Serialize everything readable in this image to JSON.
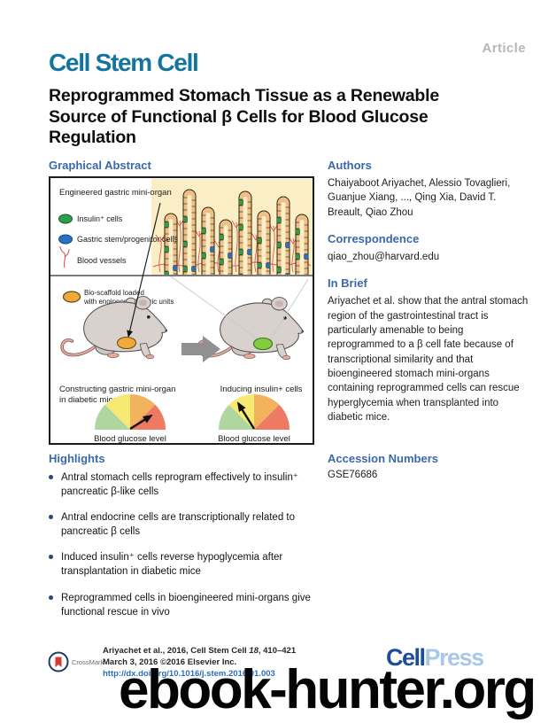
{
  "header": {
    "journal_logo": "Cell Stem Cell",
    "article_label": "Article",
    "title": "Reprogrammed Stomach Tissue as a Renewable Source of Functional β Cells for Blood Glucose Regulation"
  },
  "graphical_abstract": {
    "heading": "Graphical Abstract",
    "panel_title": "Engineered gastric mini-organ",
    "legend": [
      {
        "label": "Insulin⁺ cells",
        "color": "#2f9e49"
      },
      {
        "label": "Gastric stem/progenitor cells",
        "color": "#2a6fc0"
      },
      {
        "label": "Blood vessels",
        "color": "#e2574b"
      }
    ],
    "scaffold_label_line1": "Bio-scaffold loaded",
    "scaffold_label_line2": "with engineered gastric units",
    "caption_left_line1": "Constructing gastric mini-organ",
    "caption_left_line2": "in diabetic mice",
    "caption_right": "Inducing insulin+ cells",
    "gauge_label_left": "Blood glucose level",
    "gauge_label_right": "Blood glucose level"
  },
  "authors": {
    "heading": "Authors",
    "names": "Chaiyaboot Ariyachet, Alessio Tovaglieri, Guanjue Xiang, ..., Qing Xia, David T. Breault, Qiao Zhou"
  },
  "correspondence": {
    "heading": "Correspondence",
    "email": "qiao_zhou@harvard.edu"
  },
  "in_brief": {
    "heading": "In Brief",
    "text": "Ariyachet et al. show that the antral stomach region of the gastrointestinal tract is particularly amenable to being reprogrammed to a β cell fate because of transcriptional similarity and that bioengineered stomach mini-organs containing reprogrammed cells can rescue hyperglycemia when transplanted into diabetic mice."
  },
  "highlights": {
    "heading": "Highlights",
    "items": [
      "Antral stomach cells reprogram effectively to insulin⁺ pancreatic β-like cells",
      "Antral endocrine cells are transcriptionally related to pancreatic β cells",
      "Induced insulin⁺ cells reverse hypoglycemia after transplantation in diabetic mice",
      "Reprogrammed cells in bioengineered mini-organs give functional rescue in vivo"
    ]
  },
  "accession": {
    "heading": "Accession Numbers",
    "value": "GSE76686"
  },
  "footer": {
    "citation_pre": "Ariyachet et al., 2016, Cell Stem Cell ",
    "citation_volume": "18",
    "citation_post": ", 410–421",
    "citation_line2": "March 3, 2016 ©2016 Elsevier Inc.",
    "doi": "http://dx.doi.org/10.1016/j.stem.2016.01.003",
    "crossmark_label": "CrossMark",
    "publisher_part1": "Cell",
    "publisher_part2": "Press"
  },
  "watermark": "ebook-hunter.org",
  "colors": {
    "journal_logo": "#13759e",
    "section_heading": "#3a68a8",
    "article_label": "#b7b7b7",
    "doi_link": "#2a6ebb",
    "publisher_dark": "#1c4d9c",
    "publisher_light": "#a9c8e8",
    "bullet": "#27477c",
    "gauge_green": "#aed69e",
    "gauge_yellow": "#f6ea72",
    "gauge_orange": "#f3b35c",
    "gauge_red": "#ee7a63",
    "scaffold_orange": "#f1a83c",
    "induced_green": "#82cd3e",
    "watermark_color": "#040404"
  }
}
